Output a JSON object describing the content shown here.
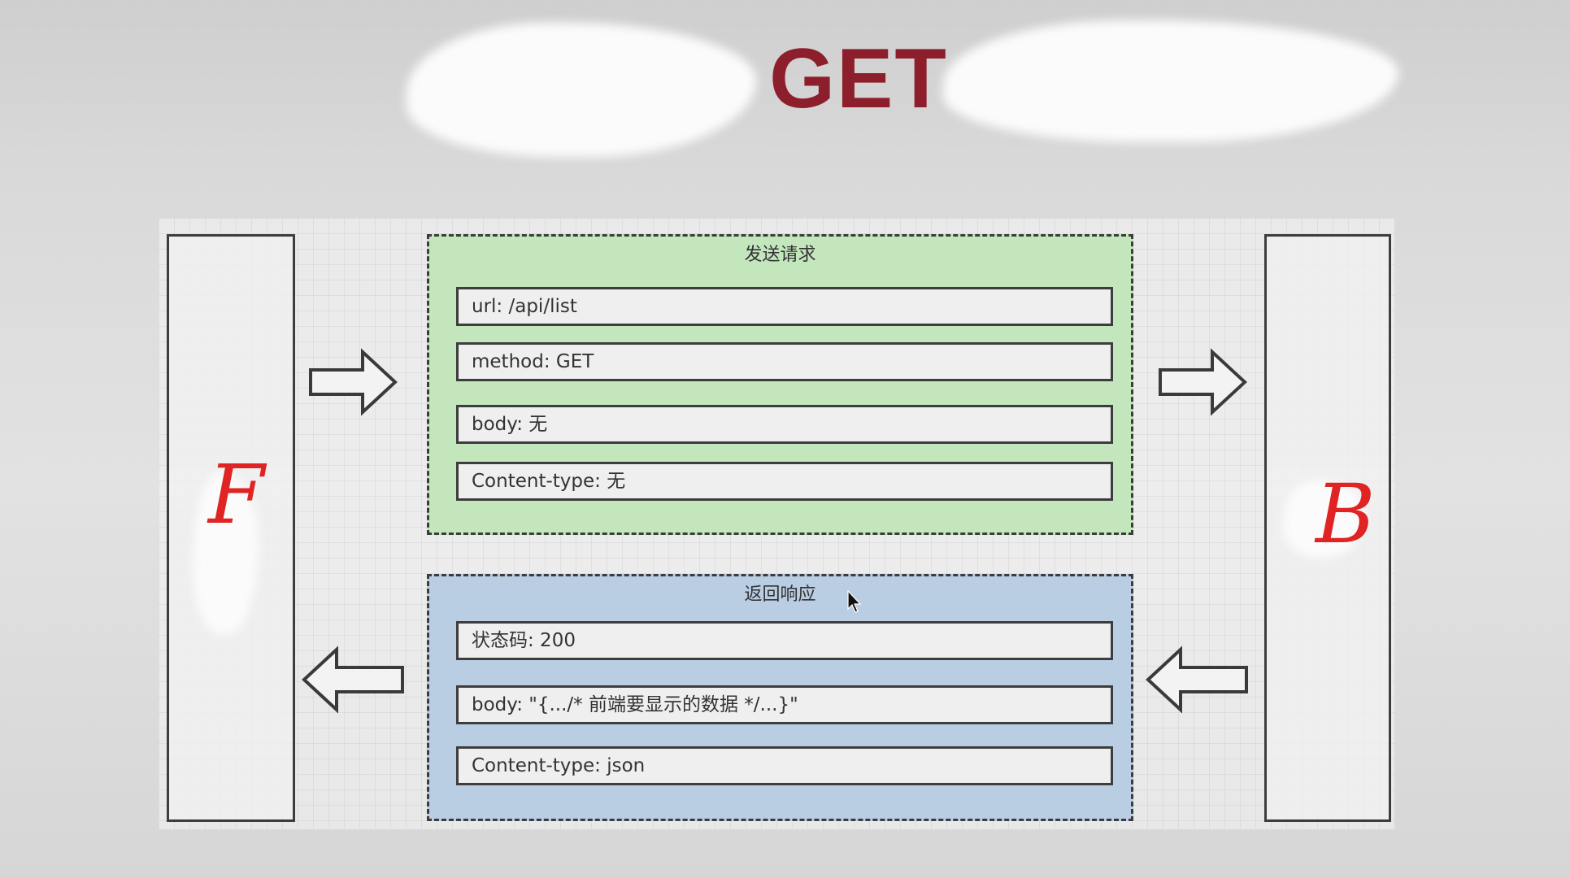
{
  "title": "GET",
  "frontend": {
    "label": "F"
  },
  "backend": {
    "label": "B"
  },
  "request": {
    "title": "发送请求",
    "fields": [
      "url: /api/list",
      "method: GET",
      "body: 无",
      "Content-type: 无"
    ]
  },
  "response": {
    "title": "返回响应",
    "fields": [
      "状态码: 200",
      "body: \"{.../* 前端要显示的数据 */...}\"",
      "Content-type: json"
    ]
  },
  "annotation_color": "#e02424",
  "title_color": "#8d1f2c",
  "request_color": "#c3e6bd",
  "response_color": "#b9cde3",
  "icons": [
    "arrow-right-icon",
    "arrow-left-icon",
    "cursor-icon"
  ]
}
